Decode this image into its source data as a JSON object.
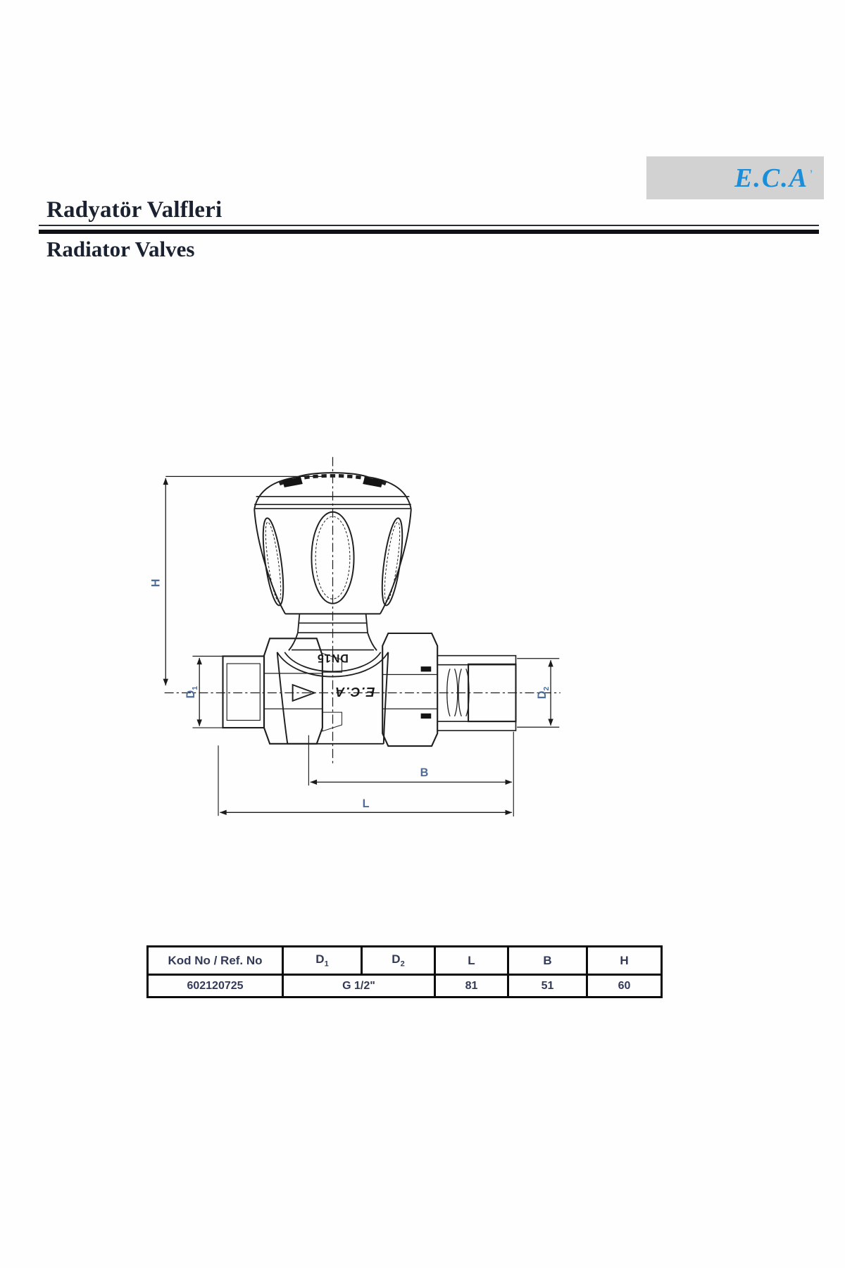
{
  "page": {
    "title_tr": "Radyatör Valfleri",
    "title_en": "Radiator Valves"
  },
  "logo": {
    "text": "E.C.A",
    "reg_mark": "’",
    "bg_color": "#d2d2d2",
    "blue": "#1a8ed8"
  },
  "drawing": {
    "labels": {
      "h": "H",
      "b": "B",
      "l": "L",
      "d1": {
        "base": "D",
        "sub": "1"
      },
      "d2": {
        "base": "D",
        "sub": "2"
      }
    },
    "body_marks": {
      "size": "DN15",
      "brand": "E.C.A"
    }
  },
  "table": {
    "headers": {
      "code": "Kod No / Ref. No",
      "d1": {
        "base": "D",
        "sub": "1"
      },
      "d2": {
        "base": "D",
        "sub": "2"
      },
      "l": "L",
      "b": "B",
      "h": "H"
    },
    "row": {
      "code": "602120725",
      "d": "G 1/2\"",
      "l": "81",
      "b": "51",
      "h": "60"
    }
  },
  "colors": {
    "dim_label_blue": "#4d6c97",
    "table_text": "#333a57",
    "line_dark": "#1a1a1a"
  }
}
